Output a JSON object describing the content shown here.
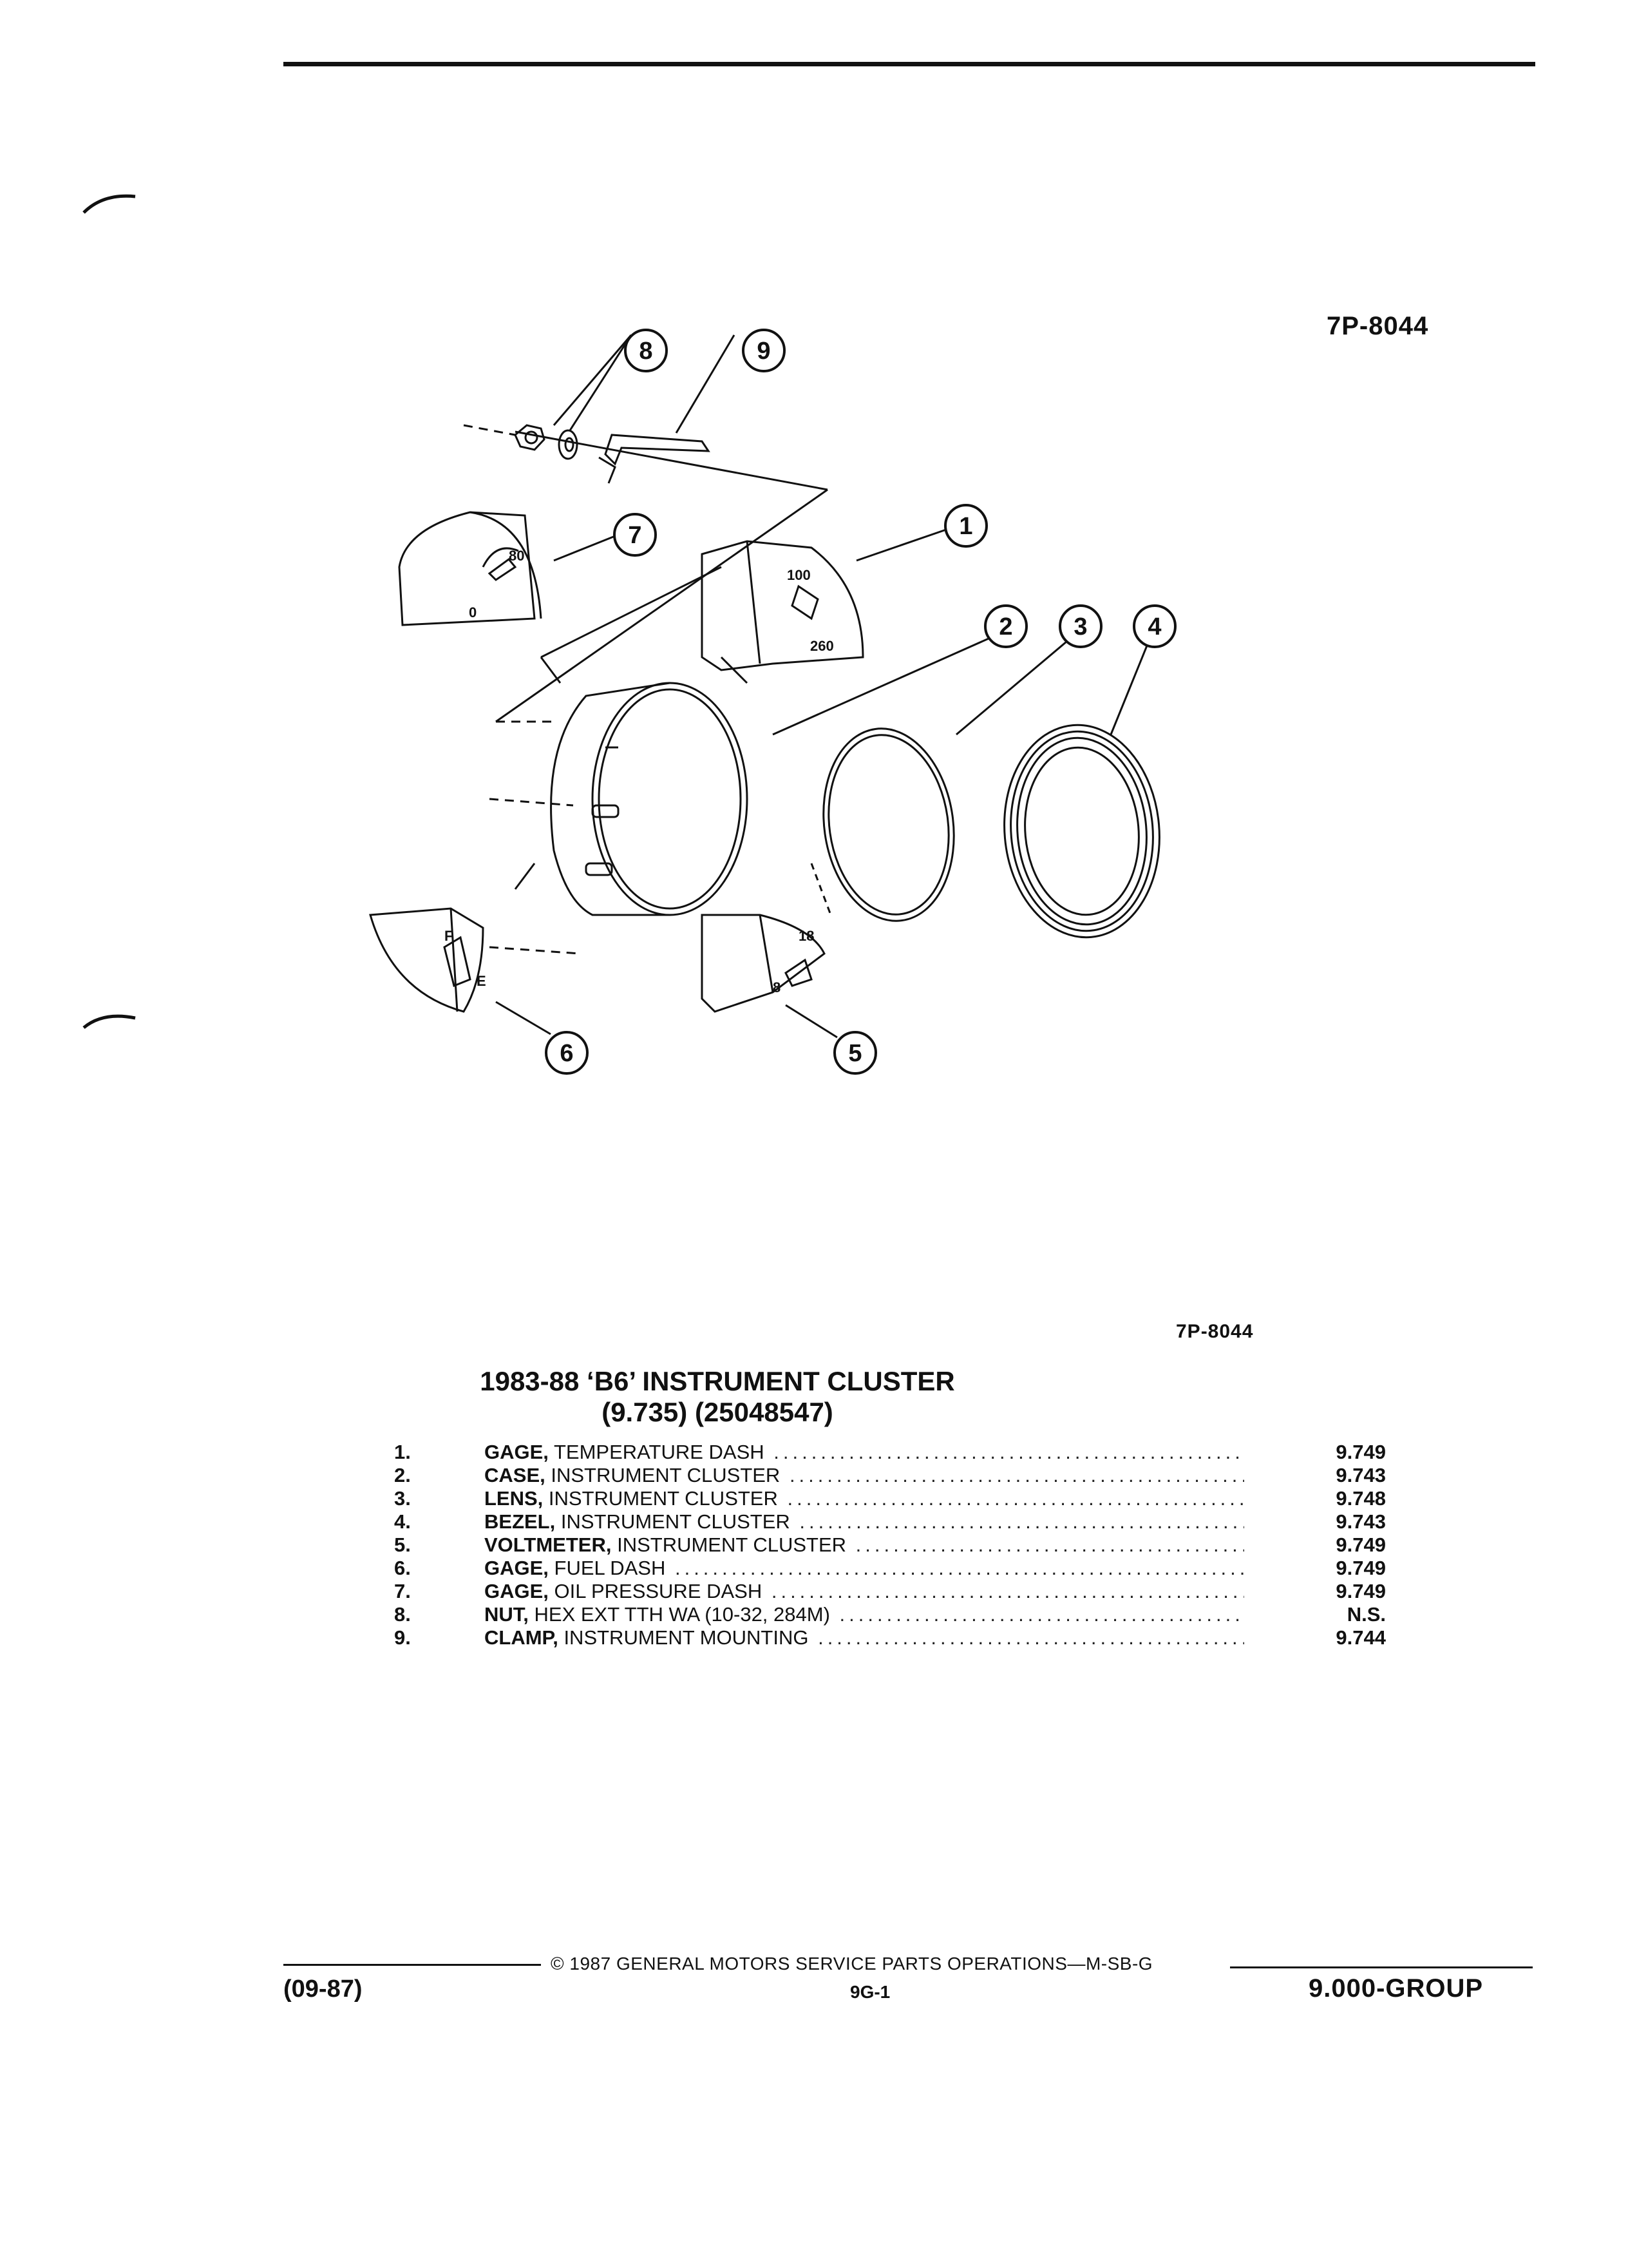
{
  "header": {
    "figure_code_top": "7P-8044"
  },
  "diagram": {
    "callouts": [
      "1",
      "2",
      "3",
      "4",
      "5",
      "6",
      "7",
      "8",
      "9"
    ],
    "gauge_labels": {
      "temp_high": "100",
      "temp_low": "260",
      "oil_high": "80",
      "oil_low": "0",
      "fuel_full": "F",
      "fuel_empty": "E",
      "volt_high": "18",
      "volt_low": "8"
    }
  },
  "caption": {
    "figure_code": "7P-8044",
    "title_line1": "1983-88 ‘B6’ INSTRUMENT CLUSTER",
    "title_line2": "(9.735) (25048547)"
  },
  "parts": [
    {
      "num": "1.",
      "name": "GAGE,",
      "detail": " TEMPERATURE DASH",
      "group": "9.749"
    },
    {
      "num": "2.",
      "name": "CASE,",
      "detail": " INSTRUMENT CLUSTER",
      "group": "9.743"
    },
    {
      "num": "3.",
      "name": "LENS,",
      "detail": " INSTRUMENT CLUSTER",
      "group": "9.748"
    },
    {
      "num": "4.",
      "name": "BEZEL,",
      "detail": " INSTRUMENT CLUSTER",
      "group": "9.743"
    },
    {
      "num": "5.",
      "name": "VOLTMETER,",
      "detail": " INSTRUMENT CLUSTER",
      "group": "9.749"
    },
    {
      "num": "6.",
      "name": "GAGE,",
      "detail": " FUEL DASH",
      "group": "9.749"
    },
    {
      "num": "7.",
      "name": "GAGE,",
      "detail": " OIL PRESSURE DASH",
      "group": "9.749"
    },
    {
      "num": "8.",
      "name": "NUT,",
      "detail": " HEX EXT TTH WA (10-32, 284M)",
      "group": "N.S."
    },
    {
      "num": "9.",
      "name": "CLAMP,",
      "detail": " INSTRUMENT MOUNTING",
      "group": "9.744"
    }
  ],
  "footer": {
    "copyright": "©  1987  GENERAL MOTORS SERVICE PARTS OPERATIONS—M-SB-G",
    "page": "9G-1",
    "date_code": "(09-87)",
    "group": "9.000-GROUP"
  }
}
